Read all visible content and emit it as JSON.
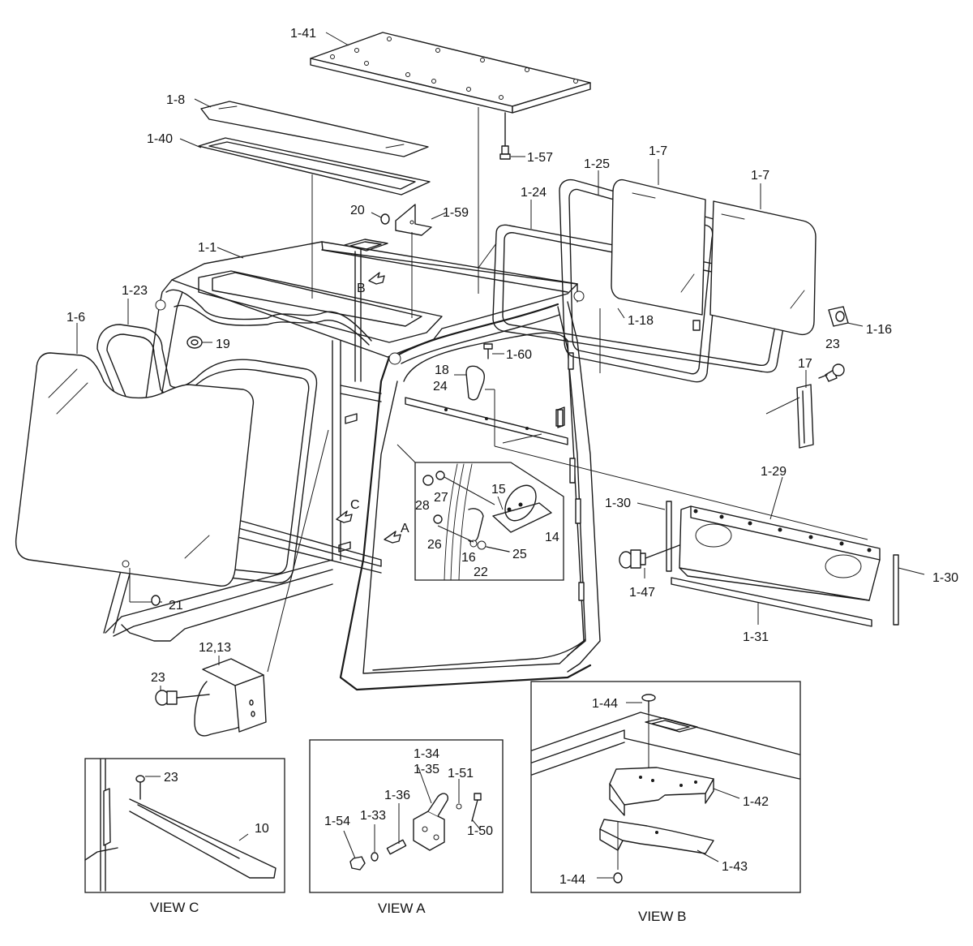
{
  "labels": {
    "l_1_41": "1-41",
    "l_1_8": "1-8",
    "l_1_40": "1-40",
    "l_1_57": "1-57",
    "l_1_7a": "1-7",
    "l_1_7b": "1-7",
    "l_1_25": "1-25",
    "l_1_24": "1-24",
    "l_20": "20",
    "l_1_59": "1-59",
    "l_1_1": "1-1",
    "l_B": "B",
    "l_1_23": "1-23",
    "l_1_6": "1-6",
    "l_19": "19",
    "l_1_18": "1-18",
    "l_1_16": "1-16",
    "l_23a": "23",
    "l_1_60": "1-60",
    "l_18": "18",
    "l_24": "24",
    "l_17": "17",
    "l_28": "28",
    "l_27": "27",
    "l_15": "15",
    "l_26": "26",
    "l_16": "16",
    "l_22": "22",
    "l_25": "25",
    "l_14": "14",
    "l_C": "C",
    "l_A": "A",
    "l_1_29": "1-29",
    "l_1_30a": "1-30",
    "l_1_30b": "1-30",
    "l_1_47": "1-47",
    "l_1_31": "1-31",
    "l_21": "21",
    "l_12_13": "12,13",
    "l_23b": "23",
    "l_23c": "23",
    "l_10": "10",
    "l_1_34": "1-34",
    "l_1_35": "1-35",
    "l_1_51": "1-51",
    "l_1_36": "1-36",
    "l_1_54": "1-54",
    "l_1_33": "1-33",
    "l_1_50": "1-50",
    "l_1_44a": "1-44",
    "l_1_42": "1-42",
    "l_1_43": "1-43",
    "l_1_44b": "1-44"
  },
  "views": {
    "view_c": "VIEW C",
    "view_a": "VIEW A",
    "view_b": "VIEW B"
  }
}
